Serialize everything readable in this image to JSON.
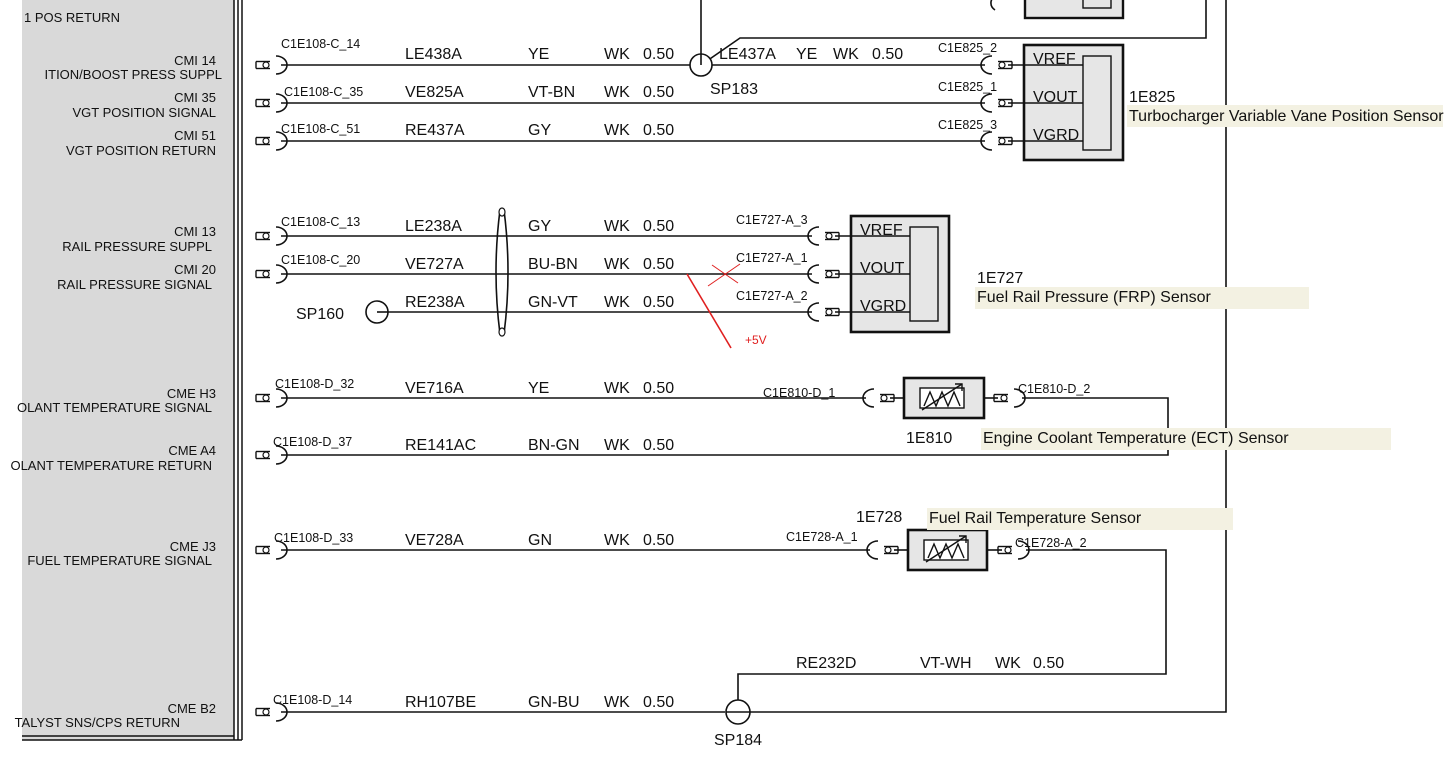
{
  "colors": {
    "annotation": "#e02020",
    "ecu_fill": "#d9d9d9",
    "sensor_fill": "#e6e6e6",
    "highlight": "#f3f1e2"
  },
  "ecu_pins": [
    {
      "pin": "",
      "func": "1 POS RETURN"
    },
    {
      "pin": "CMI 14",
      "func": "ITION/BOOST PRESS SUPPL"
    },
    {
      "pin": "CMI 35",
      "func": "VGT POSITION SIGNAL"
    },
    {
      "pin": "CMI 51",
      "func": "VGT POSITION RETURN"
    },
    {
      "pin": "CMI 13",
      "func": "RAIL PRESSURE SUPPL"
    },
    {
      "pin": "CMI 20",
      "func": "RAIL PRESSURE SIGNAL"
    },
    {
      "pin": "CME H3",
      "func": "OLANT TEMPERATURE SIGNAL"
    },
    {
      "pin": "CME A4",
      "func": "OLANT TEMPERATURE RETURN"
    },
    {
      "pin": "CME J3",
      "func": "FUEL TEMPERATURE SIGNAL"
    },
    {
      "pin": "CME B2",
      "func": "TALYST SNS/CPS RETURN"
    }
  ],
  "wires": [
    {
      "connector": "C1E108-C_14",
      "circuit": "LE438A",
      "color": "YE",
      "type": "WK",
      "gauge": "0.50"
    },
    {
      "connector": "C1E108-C_35",
      "circuit": "VE825A",
      "color": "VT-BN",
      "type": "WK",
      "gauge": "0.50"
    },
    {
      "connector": "C1E108-C_51",
      "circuit": "RE437A",
      "color": "GY",
      "type": "WK",
      "gauge": "0.50"
    },
    {
      "connector": "C1E108-C_13",
      "circuit": "LE238A",
      "color": "GY",
      "type": "WK",
      "gauge": "0.50"
    },
    {
      "connector": "C1E108-C_20",
      "circuit": "VE727A",
      "color": "BU-BN",
      "type": "WK",
      "gauge": "0.50"
    },
    {
      "connector": "",
      "circuit": "RE238A",
      "color": "GN-VT",
      "type": "WK",
      "gauge": "0.50"
    },
    {
      "connector": "C1E108-D_32",
      "circuit": "VE716A",
      "color": "YE",
      "type": "WK",
      "gauge": "0.50"
    },
    {
      "connector": "C1E108-D_37",
      "circuit": "RE141AC",
      "color": "BN-GN",
      "type": "WK",
      "gauge": "0.50"
    },
    {
      "connector": "C1E108-D_33",
      "circuit": "VE728A",
      "color": "GN",
      "type": "WK",
      "gauge": "0.50"
    },
    {
      "connector": "C1E108-D_14",
      "circuit": "RH107BE",
      "color": "GN-BU",
      "type": "WK",
      "gauge": "0.50"
    }
  ],
  "extra_wires": {
    "w_le437a": {
      "circuit": "LE437A",
      "color": "YE",
      "type": "WK",
      "gauge": "0.50"
    },
    "w_re232d": {
      "circuit": "RE232D",
      "color": "VT-WH",
      "type": "WK",
      "gauge": "0.50"
    }
  },
  "splices": {
    "sp183": "SP183",
    "sp160": "SP160",
    "sp184": "SP184"
  },
  "sensors": {
    "s1e825": {
      "id": "1E825",
      "name": "Turbocharger Variable Vane Position Sensor",
      "pins": [
        "VREF",
        "VOUT",
        "VGRD"
      ],
      "connectors": [
        "C1E825_2",
        "C1E825_1",
        "C1E825_3"
      ]
    },
    "s1e727": {
      "id": "1E727",
      "name": "Fuel Rail Pressure (FRP) Sensor",
      "pins": [
        "VREF",
        "VOUT",
        "VGRD"
      ],
      "connectors": [
        "C1E727-A_3",
        "C1E727-A_1",
        "C1E727-A_2"
      ]
    },
    "s1e810": {
      "id": "1E810",
      "name": "Engine Coolant Temperature (ECT) Sensor",
      "connectors": [
        "C1E810-D_1",
        "C1E810-D_2"
      ]
    },
    "s1e728": {
      "id": "1E728",
      "name": "Fuel Rail Temperature Sensor",
      "connectors": [
        "C1E728-A_1",
        "C1E728-A_2"
      ]
    }
  },
  "annotation": {
    "label": "+5V"
  }
}
